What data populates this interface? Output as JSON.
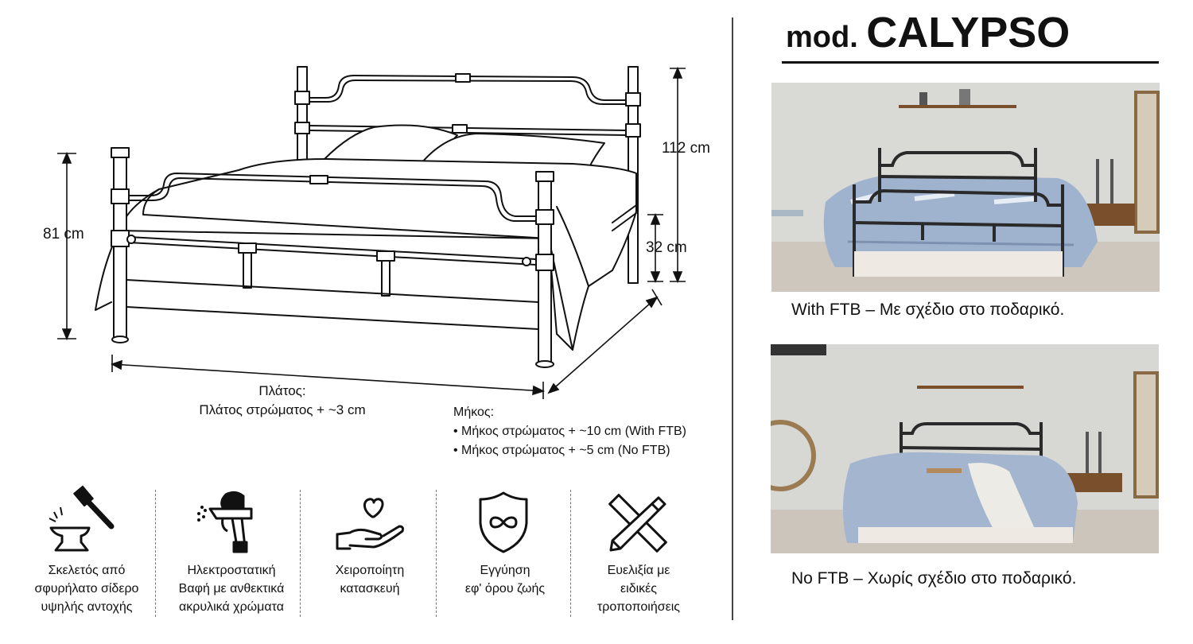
{
  "header": {
    "prefix": "mod.",
    "model": "CALYPSO"
  },
  "dimensions": {
    "headboard_height": "112 cm",
    "footboard_height": "81 cm",
    "underbed_clearance": "32 cm"
  },
  "width_note": {
    "title": "Πλάτος:",
    "line": "Πλάτος στρώματος + ~3 cm"
  },
  "length_note": {
    "title": "Μήκος:",
    "items": [
      "• Μήκος στρώματος + ~10 cm (With FTB)",
      "• Μήκος στρώματος + ~5 cm (No FTB)"
    ]
  },
  "features": [
    {
      "icon": "hammer-anvil-icon",
      "lines": [
        "Σκελετός από",
        "σφυρήλατο σίδερο",
        "υψηλής αντοχής"
      ]
    },
    {
      "icon": "spray-gun-icon",
      "lines": [
        "Ηλεκτροστατική",
        "Βαφή με ανθεκτικά",
        "ακρυλικά χρώματα"
      ]
    },
    {
      "icon": "heart-hand-icon",
      "lines": [
        "Χειροποίητη",
        "κατασκευή"
      ]
    },
    {
      "icon": "infinity-shield-icon",
      "lines": [
        "Εγγύηση",
        "εφ' όρου ζωής"
      ]
    },
    {
      "icon": "ruler-pencil-icon",
      "lines": [
        "Ευελιξία με",
        "ειδικές",
        "τροποποιήσεις"
      ]
    }
  ],
  "photos": [
    {
      "caption": "With FTB – Με σχέδιο στο ποδαρικό."
    },
    {
      "caption": "No FTB – Χωρίς σχέδιο στο ποδαρικό."
    }
  ],
  "colors": {
    "frame": "#2a2a2a",
    "bedding": "#9fb3cf",
    "wall": "#d9d9d6",
    "floor": "#cdc7bd",
    "wood": "#7a4f2c"
  }
}
